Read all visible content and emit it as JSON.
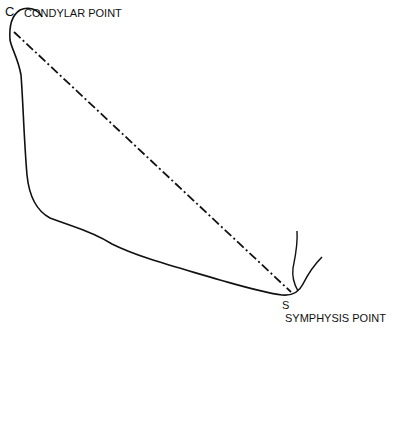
{
  "diagram": {
    "labels": [
      "C",
      "CONDYLAR POINT",
      "S",
      "SYMPHYSIS POINT"
    ]
  }
}
